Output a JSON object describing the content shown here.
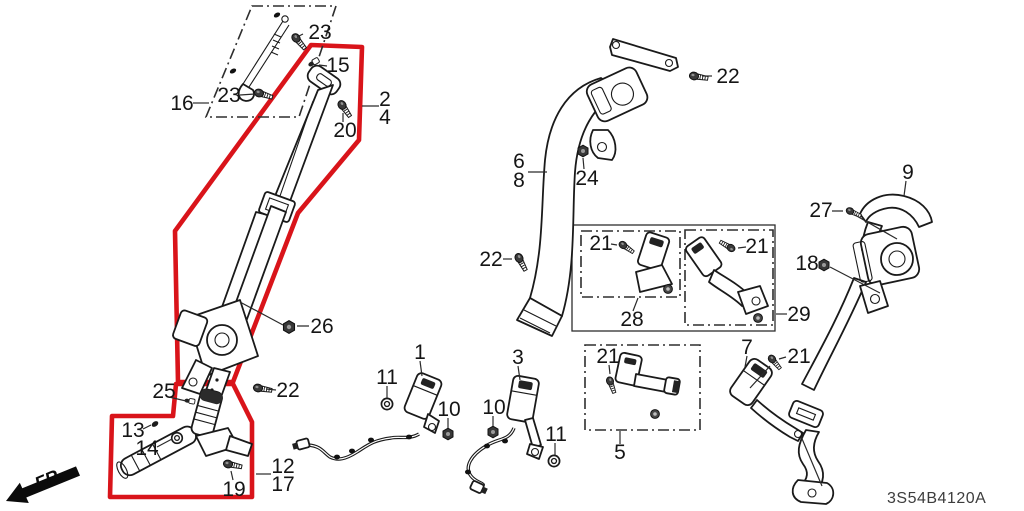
{
  "diagram": {
    "code": "3S54B4120A",
    "fr_label": "FR.",
    "colors": {
      "background": "#ffffff",
      "line": "#1a1a1a",
      "highlight": "#d9141a"
    },
    "callouts": {
      "c23_top": "23",
      "c15": "15",
      "c16": "16",
      "c23_left": "23",
      "c2": "2",
      "c4": "4",
      "c20": "20",
      "c26": "26",
      "c22_bottom_left": "22",
      "c25": "25",
      "c13": "13",
      "c14": "14",
      "c19": "19",
      "c12": "12",
      "c17": "17",
      "c11_left": "11",
      "c1": "1",
      "c10_left": "10",
      "c10_right": "10",
      "c3": "3",
      "c11_right": "11",
      "c6": "6",
      "c8": "8",
      "c24": "24",
      "c22_top": "22",
      "c22_mid": "22",
      "c21_box28": "21",
      "c28": "28",
      "c21_box29": "21",
      "c29": "29",
      "c9": "9",
      "c27": "27",
      "c18": "18",
      "c21_box5": "21",
      "c5": "5",
      "c7": "7",
      "c21_near7": "21"
    }
  }
}
